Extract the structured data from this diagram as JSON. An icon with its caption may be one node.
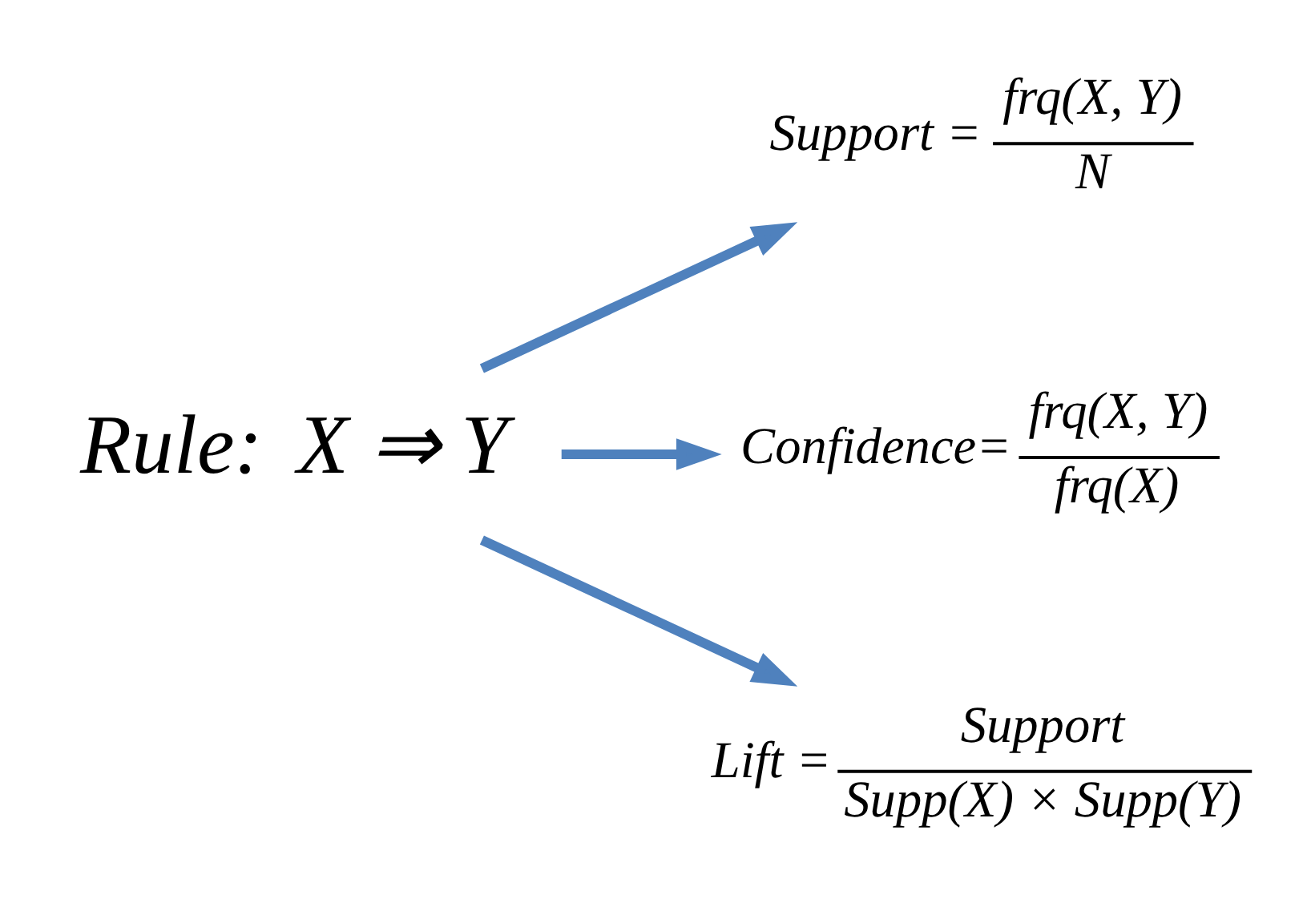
{
  "diagram": {
    "nodes": [
      {
        "text": [
          "Rule:",
          "X ⇒ Y"
        ]
      },
      {
        "text": [
          "Support =",
          "frq(X, Y)",
          "N"
        ]
      },
      {
        "text": [
          "Confidence=",
          "frq(X, Y)",
          "frq(X)"
        ]
      },
      {
        "text": [
          "Lift =",
          "Support",
          "Supp(X) × Supp(Y)"
        ]
      }
    ],
    "edges": [
      {
        "from": 0,
        "to": 1,
        "arrow": "to"
      },
      {
        "from": 0,
        "to": 2,
        "arrow": "to"
      },
      {
        "from": 0,
        "to": 3,
        "arrow": "to"
      }
    ]
  }
}
